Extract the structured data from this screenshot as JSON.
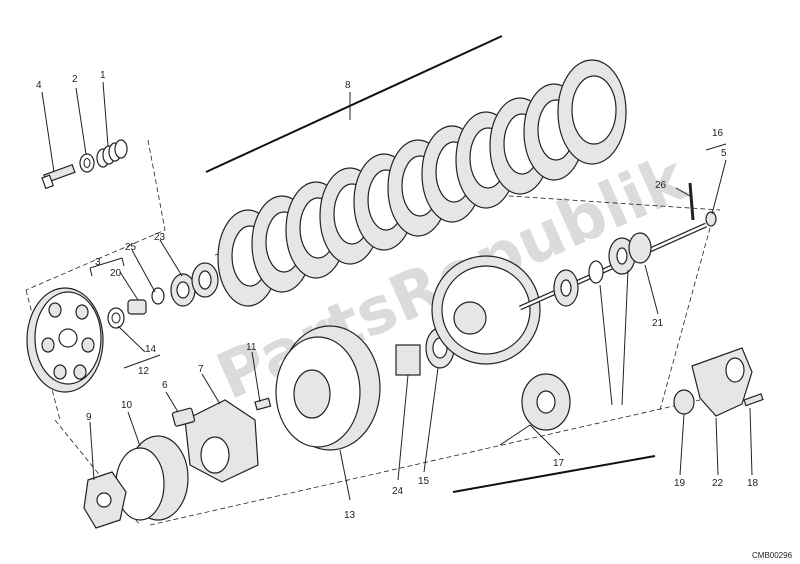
{
  "watermark": "PartsRepublik",
  "drawing_code": "CMB00296",
  "callouts": [
    "1",
    "2",
    "3",
    "4",
    "5",
    "6",
    "7",
    "8",
    "9",
    "10",
    "11",
    "12",
    "13",
    "14",
    "15",
    "16",
    "17",
    "18",
    "19",
    "20",
    "21",
    "22",
    "23",
    "24",
    "25",
    "26"
  ]
}
